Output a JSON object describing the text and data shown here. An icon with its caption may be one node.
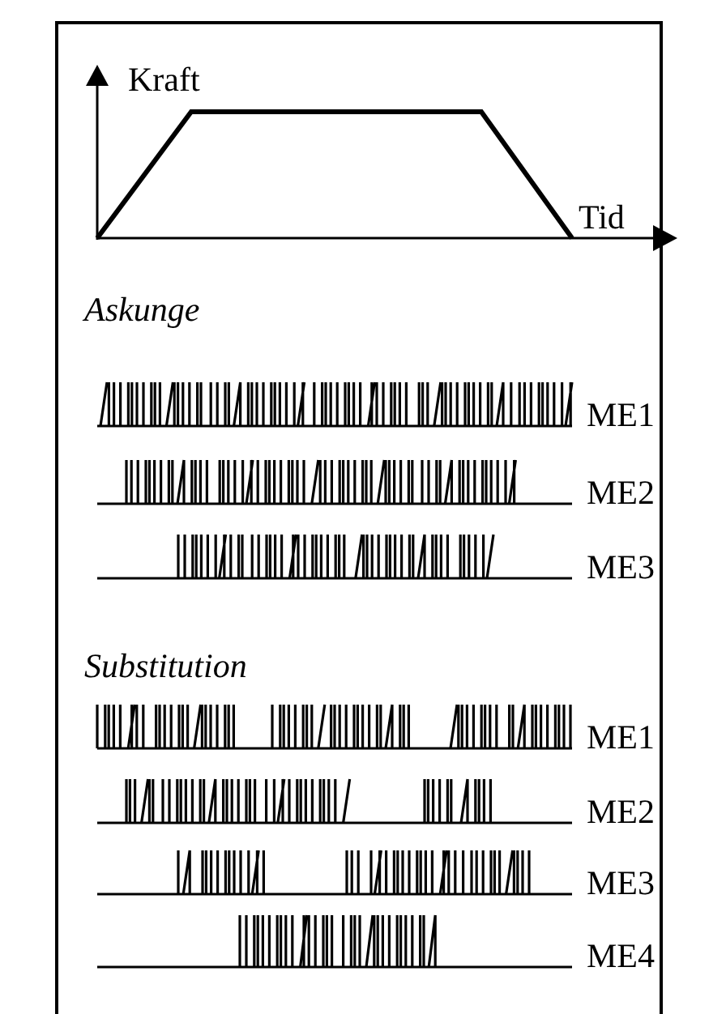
{
  "diagram": {
    "labels": [
      "Kraft",
      "Tid",
      "Askunge",
      "ME1",
      "ME2",
      "ME3",
      "Substitution",
      "ME1",
      "ME2",
      "ME3",
      "ME4"
    ]
  }
}
